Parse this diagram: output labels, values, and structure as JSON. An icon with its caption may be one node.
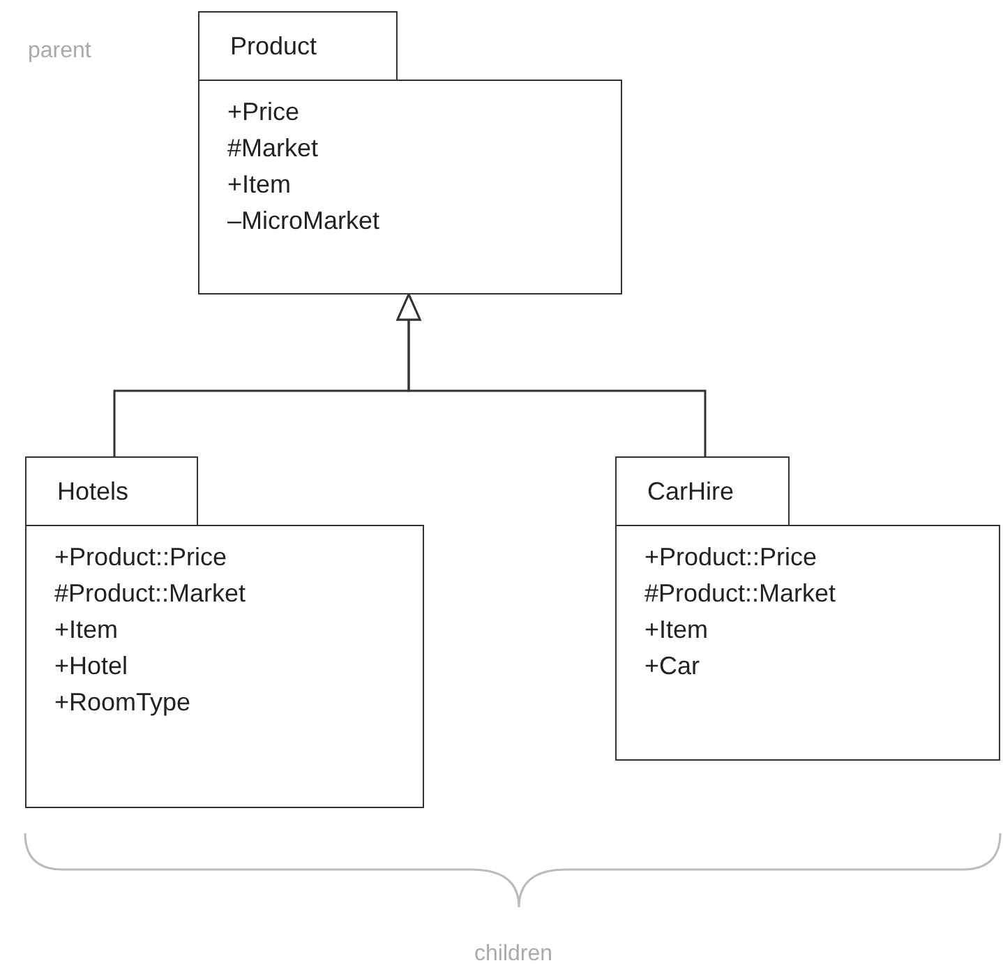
{
  "diagram": {
    "nodes": [
      {
        "text": [
          "Product",
          "+Price",
          "#Market",
          "+Item",
          "–MicroMarket"
        ]
      },
      {
        "text": [
          "Hotels",
          "+Product::Price",
          "#Product::Market",
          "+Item",
          "+Hotel",
          "+RoomType"
        ]
      },
      {
        "text": [
          "CarHire",
          "+Product::Price",
          "#Product::Market",
          "+Item",
          "+Car"
        ]
      }
    ],
    "edges": [
      {
        "from": 1,
        "to": 0,
        "arrow": "to"
      },
      {
        "from": 2,
        "to": 0,
        "arrow": "to"
      }
    ],
    "labels": [
      "parent",
      "children"
    ]
  }
}
